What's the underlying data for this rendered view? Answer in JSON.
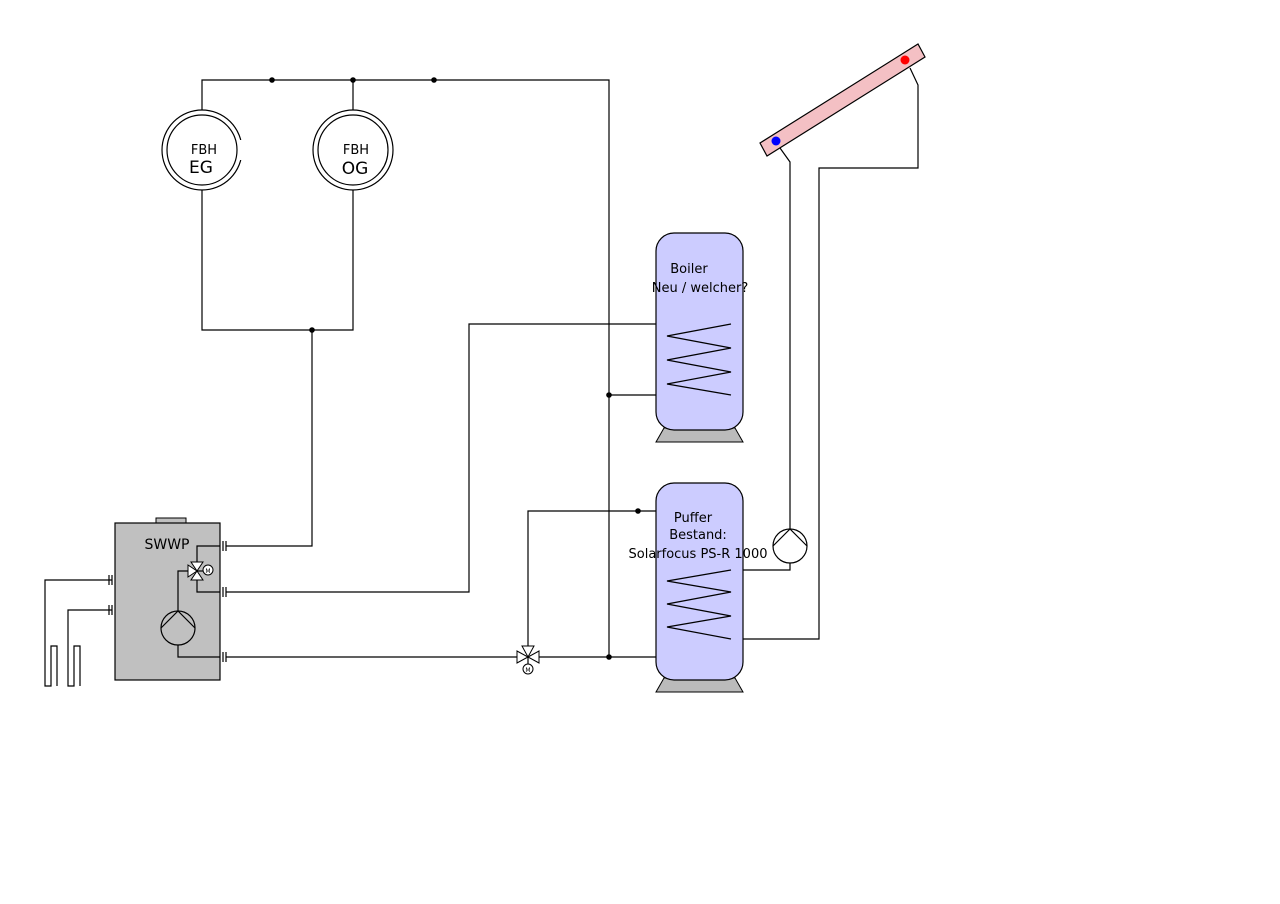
{
  "diagram": {
    "colors": {
      "background": "#ffffff",
      "line": "#000000",
      "tank_fill": "#ccccff",
      "tank_base": "#bbbbbb",
      "heatpump_fill": "#c0c0c0",
      "collector_fill": "#f4c0c4",
      "collector_cold": "#0000ff",
      "collector_hot": "#ff0000"
    },
    "fbh_eg": {
      "line1": "FBH",
      "line2": "EG"
    },
    "fbh_og": {
      "line1": "FBH",
      "line2": "OG"
    },
    "boiler": {
      "line1": "Boiler",
      "line2": "Neu / welcher?"
    },
    "puffer": {
      "line1": "Puffer",
      "line2": "Bestand:",
      "line3": "Solarfocus PS-R 1000"
    },
    "heatpump": {
      "label": "SWWP"
    },
    "valve_motor_symbol": "M",
    "icons": [
      "solar-collector-icon",
      "pump-icon",
      "three-way-valve-icon",
      "ground-probe-icon",
      "heat-exchanger-coil-icon"
    ]
  }
}
